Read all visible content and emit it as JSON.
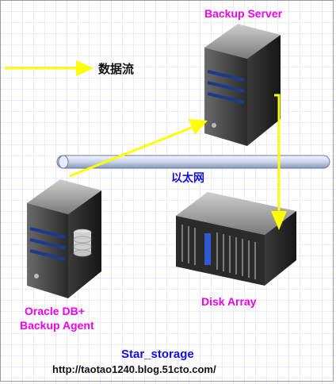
{
  "legend": {
    "label": "数据流"
  },
  "nodes": {
    "backup_server": {
      "label": "Backup Server"
    },
    "oracle_agent": {
      "line1": "Oracle  DB+",
      "line2": "Backup Agent"
    },
    "disk_array": {
      "label": "Disk Array"
    }
  },
  "network": {
    "label": "以太网"
  },
  "footer": {
    "title": "Star_storage",
    "url": "http://taotao1240.blog.51cto.com/"
  },
  "colors": {
    "grid": "#d9d9f0",
    "flow_arrow": "#ffff00",
    "label_magenta": "#ee00ee",
    "label_blue": "#1010ee",
    "server_dark": "#2f2f2f",
    "server_stripe": "#1e3a8a",
    "bus": "#c9d4ea"
  }
}
